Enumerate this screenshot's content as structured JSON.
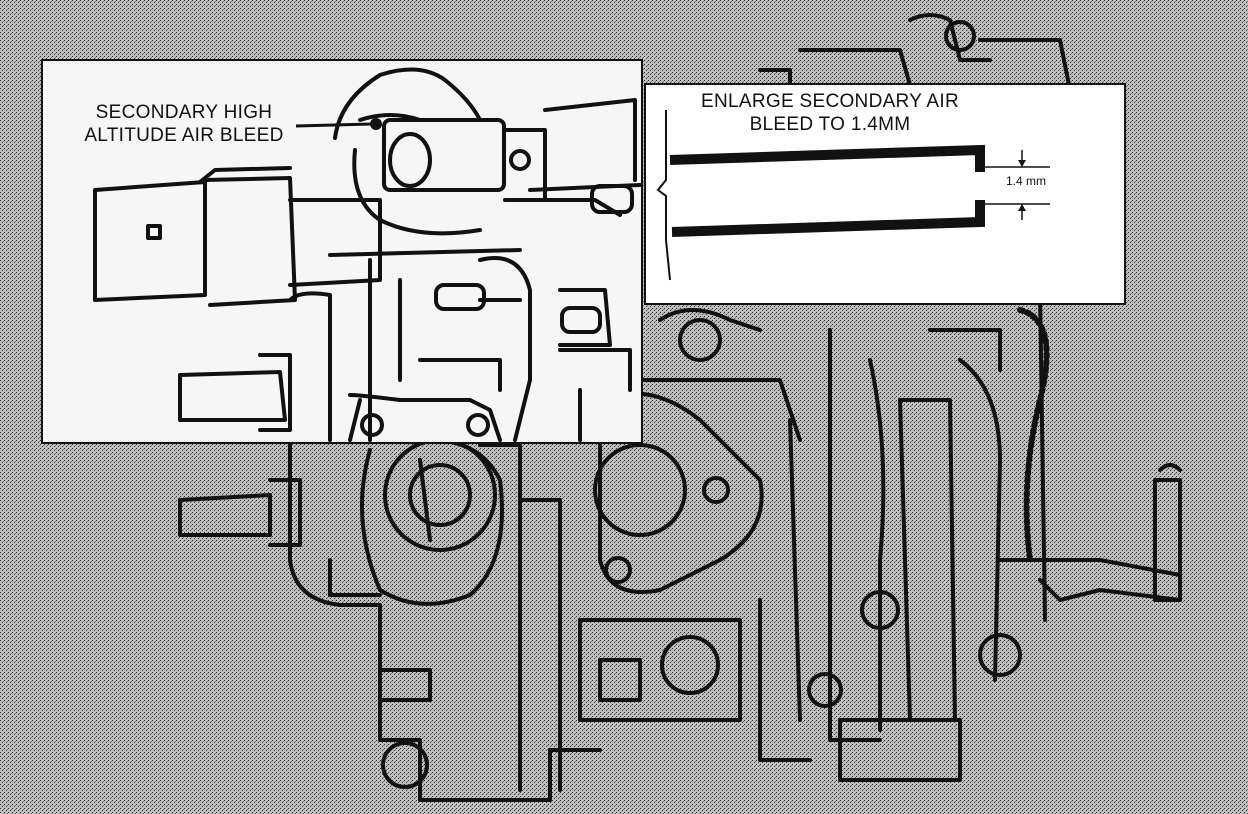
{
  "diagram": {
    "callout_high_altitude": {
      "line1": "SECONDARY HIGH",
      "line2": "ALTITUDE AIR BLEED"
    },
    "callout_enlarge": {
      "line1": "ENLARGE SECONDARY AIR",
      "line2": "BLEED TO 1.4MM"
    },
    "dimension_label": "1.4 mm"
  },
  "colors": {
    "stipple_background": "#9a9a9a",
    "line_art": "#111111",
    "inset_panel": "#f6f6f6"
  }
}
